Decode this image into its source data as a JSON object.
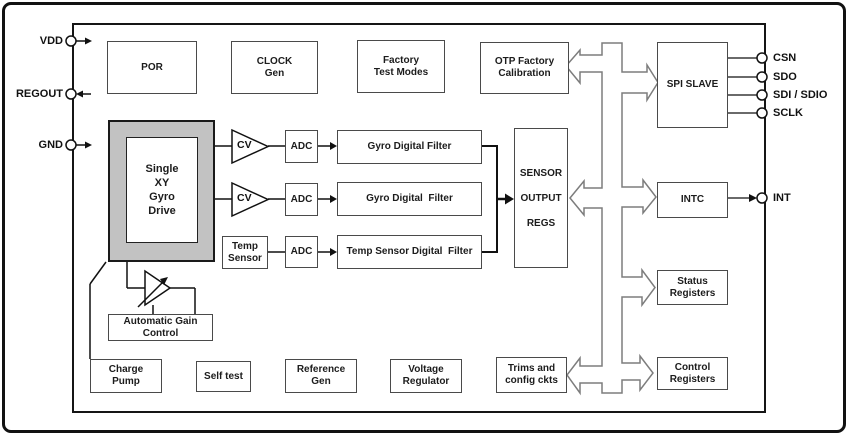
{
  "pins": {
    "vdd": "VDD",
    "regout": "REGOUT",
    "gnd": "GND",
    "csn": "CSN",
    "sdo": "SDO",
    "sdi_sdio": "SDI / SDIO",
    "sclk": "SCLK",
    "int": "INT"
  },
  "blocks": {
    "por": "POR",
    "clock_gen": "CLOCK\nGen",
    "factory_test": "Factory\nTest Modes",
    "otp": "OTP Factory\nCalibration",
    "spi": "SPI SLAVE",
    "gyro_drive": "Single\nXY\nGyro\nDrive",
    "cv1": "CV",
    "cv2": "CV",
    "adc1": "ADC",
    "adc2": "ADC",
    "adc3": "ADC",
    "filter1": "Gyro Digital Filter",
    "filter2": "Gyro Digital  Filter",
    "filter3": "Temp Sensor Digital  Filter",
    "temp_sensor": "Temp\nSensor",
    "sensor_regs": "SENSOR\nOUTPUT\nREGS",
    "intc": "INTC",
    "status": "Status\nRegisters",
    "control": "Control\nRegisters",
    "trims": "Trims and\nconfig ckts",
    "agc": "Automatic Gain\nControl",
    "charge_pump": "Charge\nPump",
    "self_test": "Self test",
    "reference_gen": "Reference\nGen",
    "voltage_reg": "Voltage\nRegulator"
  },
  "colors": {
    "bus_stroke": "#7d7d7d",
    "box_border": "#4a4a4a",
    "gyro_fill": "#c2c2c2",
    "line": "#111111"
  }
}
